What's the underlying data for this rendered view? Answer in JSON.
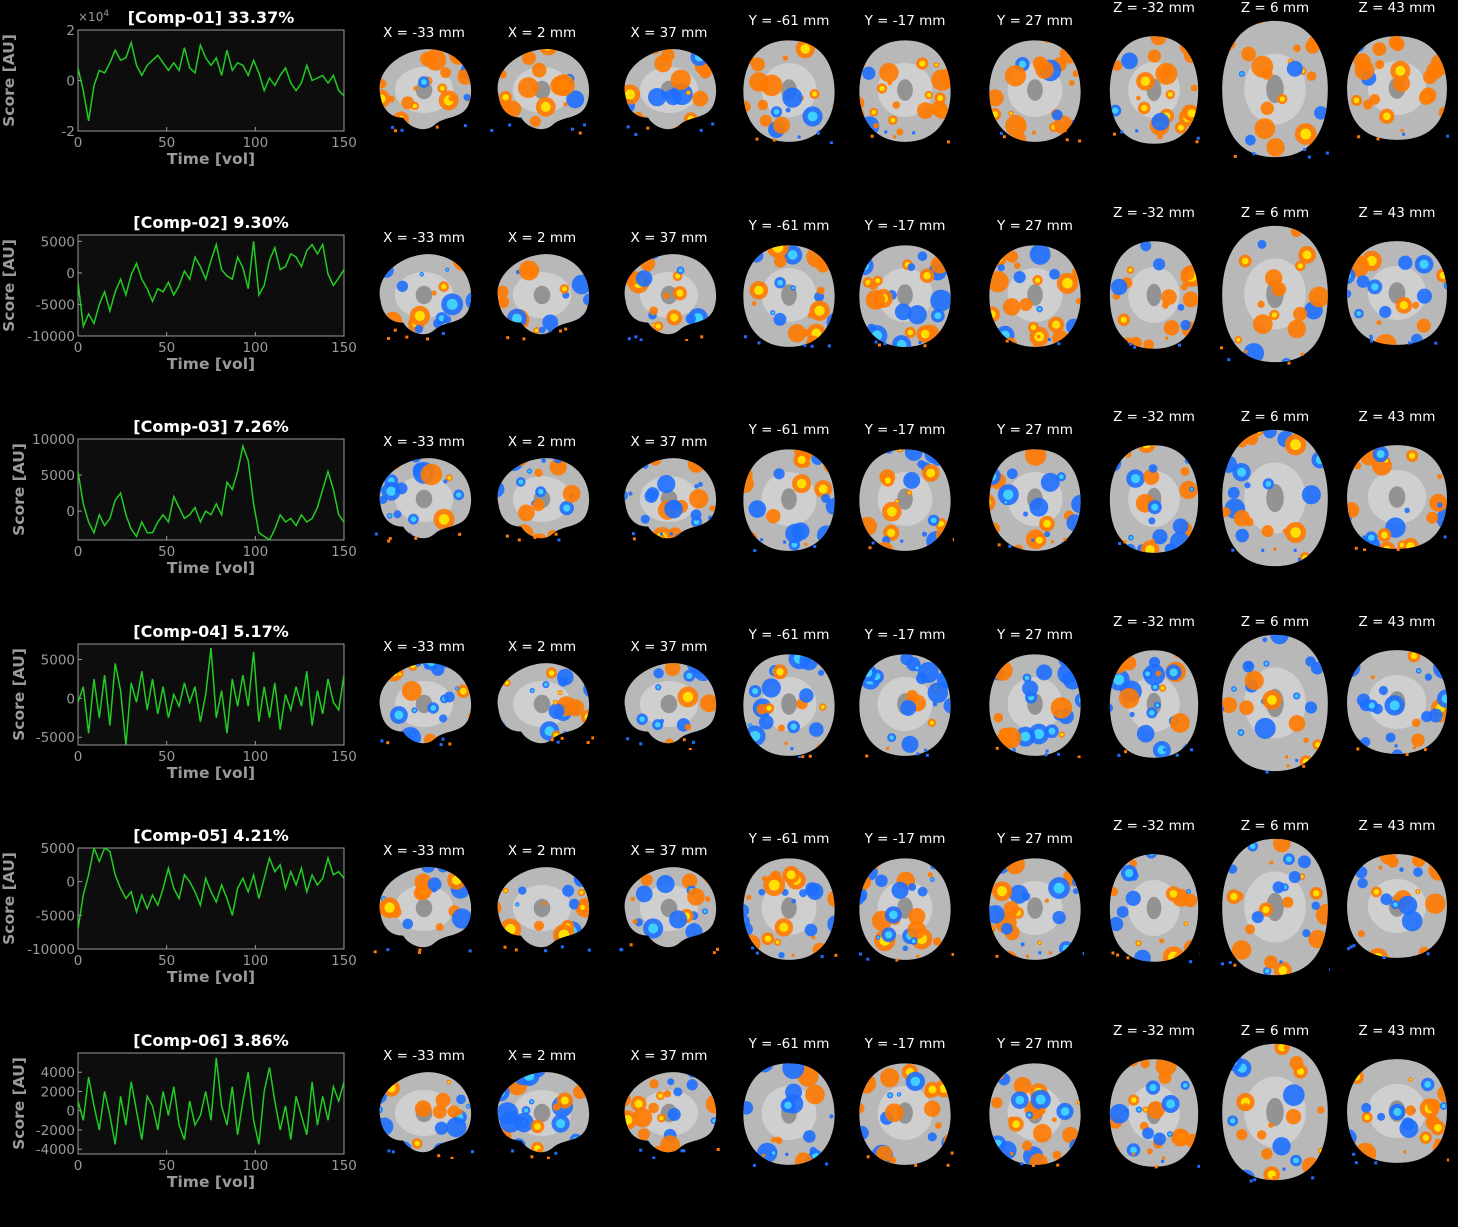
{
  "chart_data": [
    {
      "type": "line",
      "title": "[Comp-01] 33.37%",
      "xlabel": "Time [vol]",
      "ylabel": "Score [AU]",
      "exponent": "×10",
      "exponent_power": "4",
      "xlim": [
        0,
        150
      ],
      "ylim": [
        -2,
        2
      ],
      "xticks": [
        "0",
        "50",
        "100",
        "150"
      ],
      "yticks": [
        "-2",
        "0",
        "2"
      ],
      "grid": false,
      "series": [
        {
          "color": "#22cc22",
          "x": [
            0,
            3,
            6,
            9,
            12,
            15,
            18,
            21,
            24,
            27,
            30,
            33,
            36,
            39,
            42,
            45,
            48,
            51,
            54,
            57,
            60,
            63,
            66,
            69,
            72,
            75,
            78,
            81,
            84,
            87,
            90,
            93,
            96,
            99,
            102,
            105,
            108,
            111,
            114,
            117,
            120,
            123,
            126,
            129,
            132,
            135,
            138,
            141,
            144,
            147,
            150
          ],
          "values": [
            0.5,
            -0.4,
            -1.6,
            -0.2,
            0.4,
            0.3,
            0.7,
            1.2,
            0.8,
            0.9,
            1.5,
            0.6,
            0.2,
            0.6,
            0.8,
            1.0,
            0.7,
            0.4,
            0.7,
            0.4,
            1.3,
            0.5,
            0.3,
            1.4,
            0.9,
            0.6,
            0.9,
            0.2,
            1.2,
            0.4,
            0.7,
            0.6,
            0.2,
            0.8,
            0.3,
            -0.4,
            0.1,
            -0.2,
            0.2,
            0.5,
            -0.1,
            -0.4,
            -0.1,
            0.6,
            0.0,
            0.1,
            0.2,
            -0.1,
            0.2,
            -0.4,
            -0.6
          ]
        }
      ]
    },
    {
      "type": "line",
      "title": "[Comp-02] 9.30%",
      "xlabel": "Time [vol]",
      "ylabel": "Score [AU]",
      "xlim": [
        0,
        150
      ],
      "ylim": [
        -10000,
        6000
      ],
      "xticks": [
        "0",
        "50",
        "100",
        "150"
      ],
      "yticks": [
        "-10000",
        "-5000",
        "0",
        "5000"
      ],
      "grid": false,
      "series": [
        {
          "color": "#22cc22",
          "x": [
            0,
            3,
            6,
            9,
            12,
            15,
            18,
            21,
            24,
            27,
            30,
            33,
            36,
            39,
            42,
            45,
            48,
            51,
            54,
            57,
            60,
            63,
            66,
            69,
            72,
            75,
            78,
            81,
            84,
            87,
            90,
            93,
            96,
            99,
            102,
            105,
            108,
            111,
            114,
            117,
            120,
            123,
            126,
            129,
            132,
            135,
            138,
            141,
            144,
            147,
            150
          ],
          "values": [
            -1500,
            -8500,
            -6500,
            -8000,
            -5000,
            -3000,
            -6000,
            -3000,
            -1000,
            -3500,
            -300,
            1500,
            -1000,
            -2500,
            -4500,
            -2500,
            -3000,
            -1500,
            -3500,
            -2000,
            300,
            -1000,
            2500,
            1000,
            -1000,
            2000,
            4500,
            500,
            -500,
            -1000,
            2500,
            800,
            -2500,
            5000,
            -3500,
            -2000,
            2000,
            4000,
            500,
            1000,
            3000,
            2500,
            1000,
            3500,
            4500,
            3000,
            4500,
            -200,
            -2000,
            -800,
            500
          ]
        }
      ]
    },
    {
      "type": "line",
      "title": "[Comp-03] 7.26%",
      "xlabel": "Time [vol]",
      "ylabel": "Score [AU]",
      "xlim": [
        0,
        150
      ],
      "ylim": [
        -4000,
        10000
      ],
      "xticks": [
        "0",
        "50",
        "100",
        "150"
      ],
      "yticks": [
        "0",
        "5000",
        "10000"
      ],
      "grid": false,
      "series": [
        {
          "color": "#22cc22",
          "x": [
            0,
            3,
            6,
            9,
            12,
            15,
            18,
            21,
            24,
            27,
            30,
            33,
            36,
            39,
            42,
            45,
            48,
            51,
            54,
            57,
            60,
            63,
            66,
            69,
            72,
            75,
            78,
            81,
            84,
            87,
            90,
            93,
            96,
            99,
            102,
            105,
            108,
            111,
            114,
            117,
            120,
            123,
            126,
            129,
            132,
            135,
            138,
            141,
            144,
            147,
            150
          ],
          "values": [
            5500,
            1000,
            -1500,
            -3000,
            -500,
            -2000,
            -1000,
            1500,
            2500,
            -500,
            -2500,
            -3500,
            -1500,
            -3000,
            -3000,
            -1500,
            -500,
            -1500,
            2000,
            500,
            -1000,
            -500,
            500,
            -1500,
            0,
            -500,
            1000,
            -500,
            4000,
            3000,
            5500,
            9000,
            7000,
            1000,
            -3000,
            -3500,
            -4000,
            -2500,
            -500,
            -1500,
            -1000,
            -2000,
            -500,
            -1500,
            -1000,
            500,
            3000,
            5500,
            3000,
            -500,
            -1500
          ]
        }
      ]
    },
    {
      "type": "line",
      "title": "[Comp-04] 5.17%",
      "xlabel": "Time [vol]",
      "ylabel": "Score [AU]",
      "xlim": [
        0,
        150
      ],
      "ylim": [
        -6000,
        7000
      ],
      "xticks": [
        "0",
        "50",
        "100",
        "150"
      ],
      "yticks": [
        "-5000",
        "0",
        "5000"
      ],
      "grid": false,
      "series": [
        {
          "color": "#22cc22",
          "x": [
            0,
            3,
            6,
            9,
            12,
            15,
            18,
            21,
            24,
            27,
            30,
            33,
            36,
            39,
            42,
            45,
            48,
            51,
            54,
            57,
            60,
            63,
            66,
            69,
            72,
            75,
            78,
            81,
            84,
            87,
            90,
            93,
            96,
            99,
            102,
            105,
            108,
            111,
            114,
            117,
            120,
            123,
            126,
            129,
            132,
            135,
            138,
            141,
            144,
            147,
            150
          ],
          "values": [
            -500,
            1500,
            -4500,
            2500,
            -2500,
            3000,
            -3500,
            4500,
            1000,
            -6000,
            2000,
            -500,
            3500,
            -1500,
            2500,
            -2000,
            1500,
            -2500,
            500,
            -1000,
            2000,
            -500,
            1500,
            -3000,
            500,
            6500,
            -2500,
            1000,
            -4500,
            2500,
            -1000,
            3000,
            -1000,
            6000,
            -3000,
            1500,
            -2500,
            2000,
            -4000,
            500,
            -1500,
            1500,
            -1000,
            3500,
            -3500,
            1000,
            -2000,
            2500,
            -500,
            -1500,
            3000
          ]
        }
      ]
    },
    {
      "type": "line",
      "title": "[Comp-05] 4.21%",
      "xlabel": "Time [vol]",
      "ylabel": "Score [AU]",
      "xlim": [
        0,
        150
      ],
      "ylim": [
        -10000,
        5000
      ],
      "xticks": [
        "0",
        "50",
        "100",
        "150"
      ],
      "yticks": [
        "-10000",
        "-5000",
        "0",
        "5000"
      ],
      "grid": false,
      "series": [
        {
          "color": "#22cc22",
          "x": [
            0,
            3,
            6,
            9,
            12,
            15,
            18,
            21,
            24,
            27,
            30,
            33,
            36,
            39,
            42,
            45,
            48,
            51,
            54,
            57,
            60,
            63,
            66,
            69,
            72,
            75,
            78,
            81,
            84,
            87,
            90,
            93,
            96,
            99,
            102,
            105,
            108,
            111,
            114,
            117,
            120,
            123,
            126,
            129,
            132,
            135,
            138,
            141,
            144,
            147,
            150
          ],
          "values": [
            -7000,
            -2000,
            1000,
            5000,
            3000,
            5000,
            4500,
            1000,
            -1000,
            -2500,
            -1500,
            -4500,
            -2000,
            -4000,
            -2000,
            -3500,
            -1000,
            2000,
            -1000,
            -2500,
            1000,
            0,
            -1500,
            -3500,
            500,
            -1500,
            -3000,
            -500,
            -2500,
            -5000,
            -1000,
            500,
            -1500,
            1000,
            -2500,
            500,
            3500,
            1500,
            2500,
            -1000,
            1500,
            -500,
            2000,
            -1500,
            1000,
            -500,
            500,
            3500,
            1000,
            1500,
            500
          ]
        }
      ]
    },
    {
      "type": "line",
      "title": "[Comp-06] 3.86%",
      "xlabel": "Time [vol]",
      "ylabel": "Score [AU]",
      "xlim": [
        0,
        150
      ],
      "ylim": [
        -4500,
        6000
      ],
      "xticks": [
        "0",
        "50",
        "100",
        "150"
      ],
      "yticks": [
        "-4000",
        "-2000",
        "0",
        "2000",
        "4000"
      ],
      "grid": false,
      "series": [
        {
          "color": "#22cc22",
          "x": [
            0,
            3,
            6,
            9,
            12,
            15,
            18,
            21,
            24,
            27,
            30,
            33,
            36,
            39,
            42,
            45,
            48,
            51,
            54,
            57,
            60,
            63,
            66,
            69,
            72,
            75,
            78,
            81,
            84,
            87,
            90,
            93,
            96,
            99,
            102,
            105,
            108,
            111,
            114,
            117,
            120,
            123,
            126,
            129,
            132,
            135,
            138,
            141,
            144,
            147,
            150
          ],
          "values": [
            1000,
            -1000,
            3500,
            500,
            -2000,
            2000,
            -500,
            -3500,
            1500,
            -1500,
            3000,
            0,
            -3000,
            1500,
            500,
            -2000,
            2000,
            -500,
            2500,
            -1500,
            -3000,
            1000,
            -1500,
            -500,
            2000,
            -1000,
            5500,
            500,
            -1500,
            2500,
            -2500,
            1000,
            4000,
            -1000,
            -3500,
            2000,
            4500,
            1000,
            -2000,
            500,
            -3000,
            1500,
            -500,
            -2500,
            3000,
            -1500,
            1500,
            -1000,
            2500,
            1000,
            3000
          ]
        }
      ]
    }
  ],
  "slice_labels": {
    "sag": [
      "X = -33 mm",
      "X = 2 mm",
      "X = 37 mm"
    ],
    "cor": [
      "Y = -61 mm",
      "Y = -17 mm",
      "Y = 27 mm"
    ],
    "axi": [
      "Z = -32 mm",
      "Z = 6 mm",
      "Z = 43 mm"
    ]
  },
  "colors": {
    "trace": "#22cc22",
    "axes": "#9a9a9a",
    "plot_bg": "#0d0d0d",
    "positive": "#ff7a00",
    "positive_peak": "#ffe000",
    "negative": "#1e6fff",
    "negative_peak": "#3fd0ff",
    "brain": "#b8b8b8"
  }
}
